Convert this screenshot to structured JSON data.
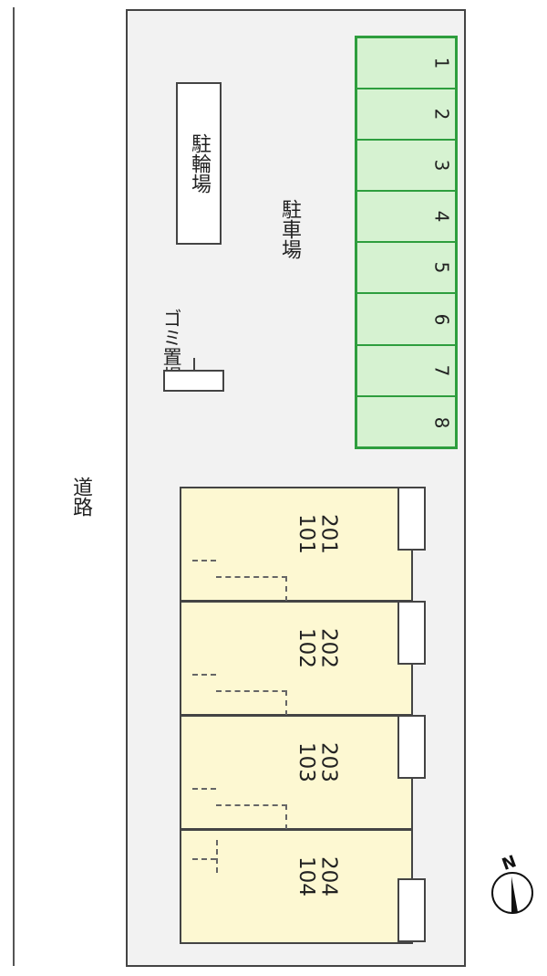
{
  "labels": {
    "road": "道路",
    "parking_lot": "駐車場",
    "bicycle_parking": "駐輪場",
    "garbage": "ゴミ置場",
    "north": "N"
  },
  "parking_stalls": [
    "1",
    "2",
    "3",
    "4",
    "5",
    "6",
    "7",
    "8"
  ],
  "units": [
    {
      "upper": "201",
      "lower": "101"
    },
    {
      "upper": "202",
      "lower": "102"
    },
    {
      "upper": "203",
      "lower": "103"
    },
    {
      "upper": "204",
      "lower": "104"
    }
  ],
  "colors": {
    "parking": "#d6f2d1",
    "parking_border": "#2e9e3e",
    "building": "#fdf8d2"
  }
}
